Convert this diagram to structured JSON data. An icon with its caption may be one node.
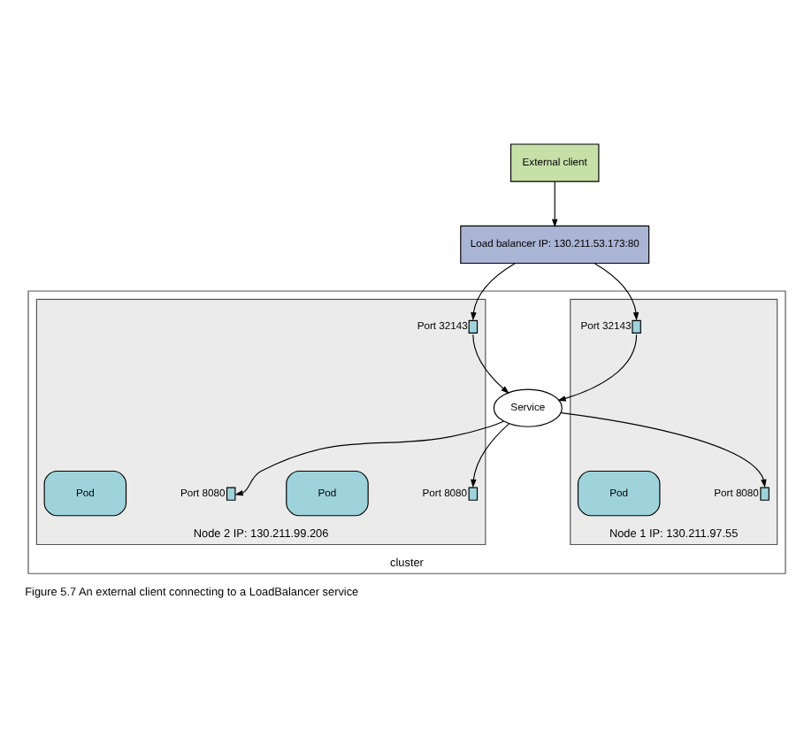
{
  "diagram": {
    "caption": "Figure 5.7 An external client connecting to a LoadBalancer service",
    "nodes": [
      {
        "text": [
          "External client"
        ]
      },
      {
        "text": [
          "Load balancer IP: 130.211.53.173:80"
        ]
      },
      {
        "text": [
          "cluster"
        ]
      },
      {
        "text": [
          "Node 1 IP: 130.211.97.55"
        ],
        "in": 2
      },
      {
        "text": [
          "Node 2 IP: 130.211.99.206"
        ],
        "in": 2
      },
      {
        "text": [],
        "shape": "box",
        "beside": [
          "Port 32143"
        ],
        "in": 3
      },
      {
        "text": [],
        "shape": "box",
        "beside": [
          "Port 32143"
        ],
        "in": 4
      },
      {
        "text": [
          "Service"
        ],
        "in": 2
      },
      {
        "text": [],
        "shape": "box",
        "beside": [
          "Port 8080"
        ],
        "in": 3
      },
      {
        "text": [
          "Pod"
        ],
        "in": 3
      },
      {
        "text": [],
        "shape": "box",
        "beside": [
          "Port 8080"
        ],
        "in": 4
      },
      {
        "text": [
          "Pod"
        ],
        "in": 4
      },
      {
        "text": [],
        "shape": "box",
        "beside": [
          "Port 8080"
        ],
        "in": 4
      },
      {
        "text": [
          "Pod"
        ],
        "in": 4
      }
    ],
    "edges": [
      {
        "from": 0,
        "to": 1,
        "arrow": "to"
      },
      {
        "from": 1,
        "to": 5,
        "arrow": "to"
      },
      {
        "from": 1,
        "to": 6,
        "arrow": "to"
      },
      {
        "from": 5,
        "to": 7,
        "arrow": "to"
      },
      {
        "from": 6,
        "to": 7,
        "arrow": "to"
      },
      {
        "from": 7,
        "to": 8,
        "arrow": "to"
      },
      {
        "from": 7,
        "to": 10,
        "arrow": "to"
      },
      {
        "from": 7,
        "to": 12,
        "arrow": "to"
      }
    ]
  }
}
